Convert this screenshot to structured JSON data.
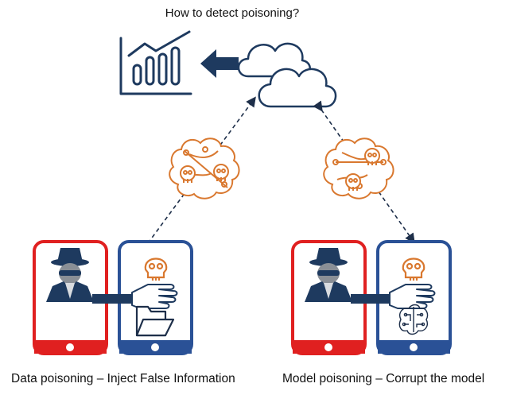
{
  "title": "How to detect poisoning?",
  "left_caption": "Data poisoning – Inject False Information",
  "right_caption": "Model poisoning – Corrupt the model",
  "colors": {
    "navy": "#1e3a5f",
    "attacker_red": "#e02020",
    "victim_blue": "#2a5196",
    "poison_orange": "#d9782f",
    "arrow_dark": "#1e2f4a"
  },
  "icons": [
    "bar-chart-trend-icon",
    "left-arrow-icon",
    "cloud-icon",
    "poisoned-brain-icon",
    "hacker-icon",
    "skull-icon",
    "hand-icon",
    "folder-icon",
    "ai-brain-icon"
  ]
}
